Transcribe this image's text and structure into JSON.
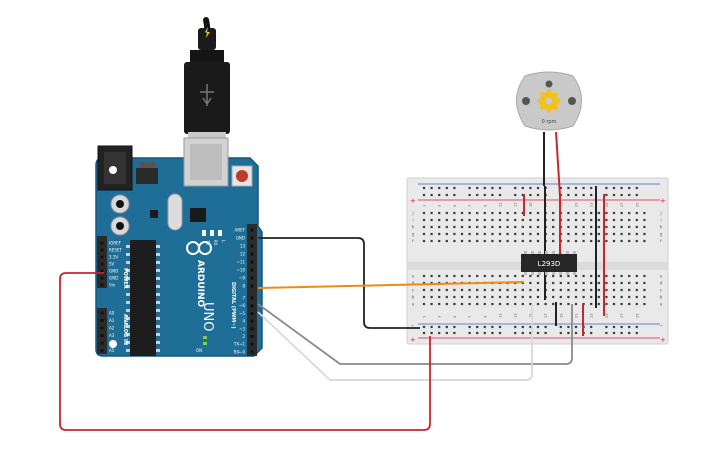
{
  "colors": {
    "board": "#1f6e98",
    "board_edge": "#15577c",
    "header": "#2b2b2b",
    "breadboard": "#e9e9e9",
    "rail_red": "#d6202f",
    "rail_blue": "#2a66b0",
    "wire_black": "#222222",
    "wire_red": "#c6262e",
    "wire_orange": "#ee8a18",
    "wire_gray": "#8a8a8a",
    "wire_white": "#d8d8d8",
    "motor_body": "#c9c9c9",
    "motor_gear": "#f2c21a"
  },
  "arduino": {
    "brand": "ARDUINO",
    "model": "UNO",
    "power_label": "POWER",
    "analog_label": "ANALOG IN",
    "digital_label": "DIGITAL (PWM~)",
    "led_labels": [
      "TX",
      "RX",
      "L"
    ],
    "on_label": "ON",
    "power_pins": [
      "IOREF",
      "RESET",
      "3.3V",
      "5V",
      "GND",
      "GND",
      "Vin"
    ],
    "analog_pins": [
      "A0",
      "A1",
      "A2",
      "A3",
      "A4",
      "A5"
    ],
    "digital_top": [
      "AREF",
      "GND",
      "13",
      "12",
      "~11",
      "~10",
      "~9",
      "8"
    ],
    "digital_bottom": [
      "7",
      "~6",
      "~5",
      "4",
      "~3",
      "2",
      "TX→1",
      "RX←0"
    ]
  },
  "breadboard": {
    "top_row_numbers": [
      "1",
      "3",
      "5",
      "7",
      "9",
      "11",
      "13",
      "15",
      "17",
      "19",
      "21",
      "23",
      "25",
      "27",
      "29"
    ],
    "left_letters": [
      "j",
      "i",
      "h",
      "g",
      "f",
      "e",
      "d",
      "c",
      "b",
      "a"
    ],
    "right_letters": [
      "j",
      "i",
      "h",
      "g",
      "f",
      "e",
      "d",
      "c",
      "b",
      "a"
    ],
    "plus": "+",
    "minus": "-"
  },
  "chip": {
    "label": "L293D"
  },
  "motor": {
    "speed_text": "0 rpm"
  }
}
